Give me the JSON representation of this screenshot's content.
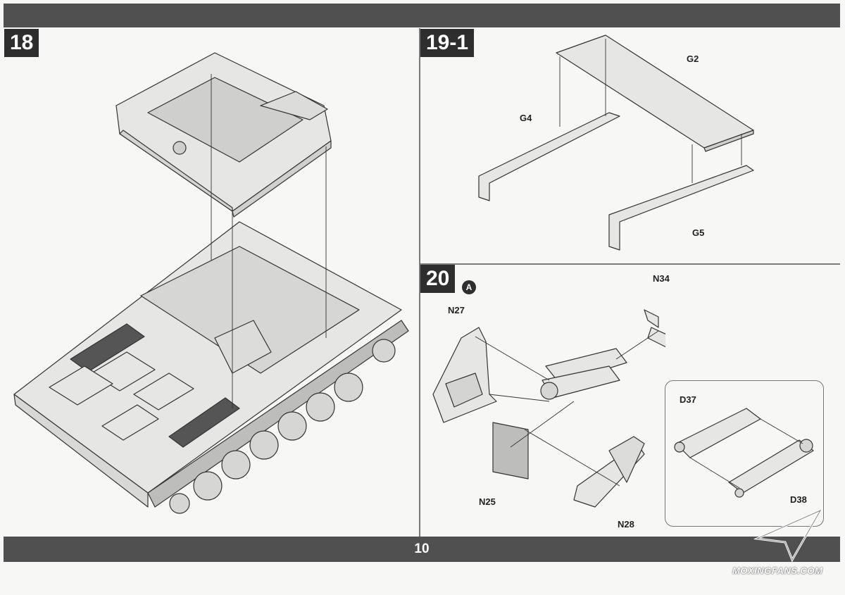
{
  "page": {
    "number": "10"
  },
  "steps": {
    "s18": "18",
    "s19_1": "19-1",
    "s20": "20",
    "sub_a": "A"
  },
  "labels": {
    "g2": "G2",
    "g4": "G4",
    "g5": "G5",
    "n34": "N34",
    "n27": "N27",
    "n25": "N25",
    "n28": "N28",
    "d37": "D37",
    "d38": "D38"
  },
  "watermark": "MOXINGFANS.COM",
  "colors": {
    "bar": "#505050",
    "badge": "#2e2e2e",
    "part_fill": "#e6e6e4",
    "stroke": "#333333"
  }
}
